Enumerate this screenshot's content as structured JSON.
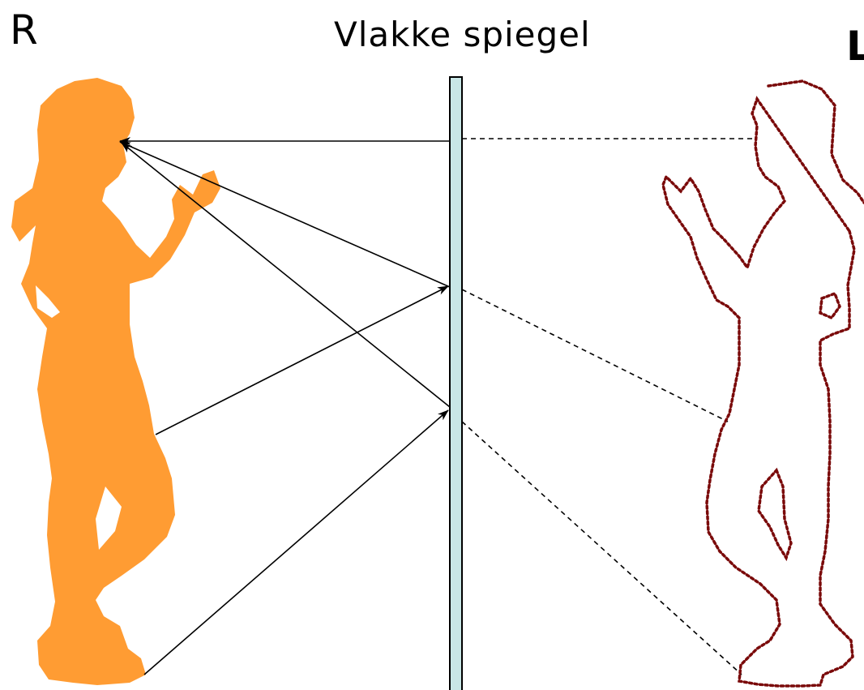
{
  "title": "Vlakke spiegel",
  "left_marker": "R",
  "right_marker": "L",
  "colors": {
    "person": "#ff9c33",
    "image_outline": "#7a0a0a",
    "mirror_fill": "#c8e6e6",
    "mirror_stroke": "#000000",
    "rays": "#000000"
  },
  "icons": {
    "person": "standing-woman-silhouette",
    "image": "dotted-mirror-image-outline"
  }
}
